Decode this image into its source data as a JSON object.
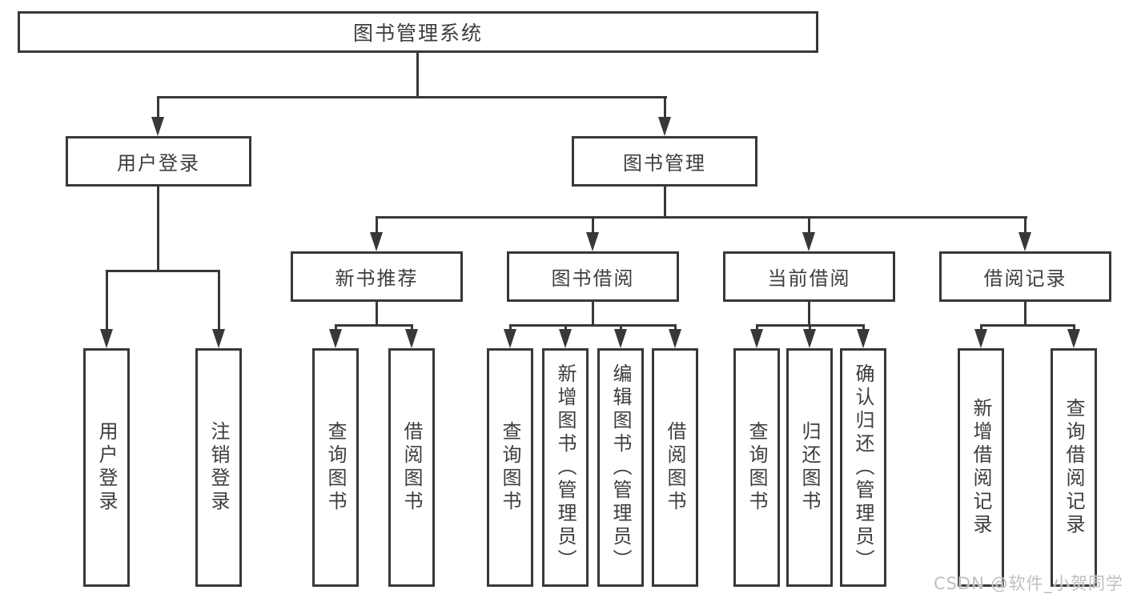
{
  "diagram_type": "hierarchy-tree",
  "colors": {
    "line": "#383838",
    "text": "#3d3d3d",
    "box_background": "#ffffff",
    "watermark": "#bfbfbf"
  },
  "tree": {
    "root": {
      "label": "图书管理系统"
    },
    "children": [
      {
        "label": "用户登录",
        "children": [
          {
            "label": "用户登录"
          },
          {
            "label": "注销登录"
          }
        ]
      },
      {
        "label": "图书管理",
        "children": [
          {
            "label": "新书推荐",
            "children": [
              {
                "label": "查询图书"
              },
              {
                "label": "借阅图书"
              }
            ]
          },
          {
            "label": "图书借阅",
            "children": [
              {
                "label": "查询图书"
              },
              {
                "label": "新增图书（管理员）"
              },
              {
                "label": "编辑图书（管理员）"
              },
              {
                "label": "借阅图书"
              }
            ]
          },
          {
            "label": "当前借阅",
            "children": [
              {
                "label": "查询图书"
              },
              {
                "label": "归还图书"
              },
              {
                "label": "确认归还（管理员）"
              }
            ]
          },
          {
            "label": "借阅记录",
            "children": [
              {
                "label": "新增借阅记录"
              },
              {
                "label": "查询借阅记录"
              }
            ]
          }
        ]
      }
    ]
  },
  "watermark": {
    "text": "CSDN @软件_小贺同学"
  }
}
